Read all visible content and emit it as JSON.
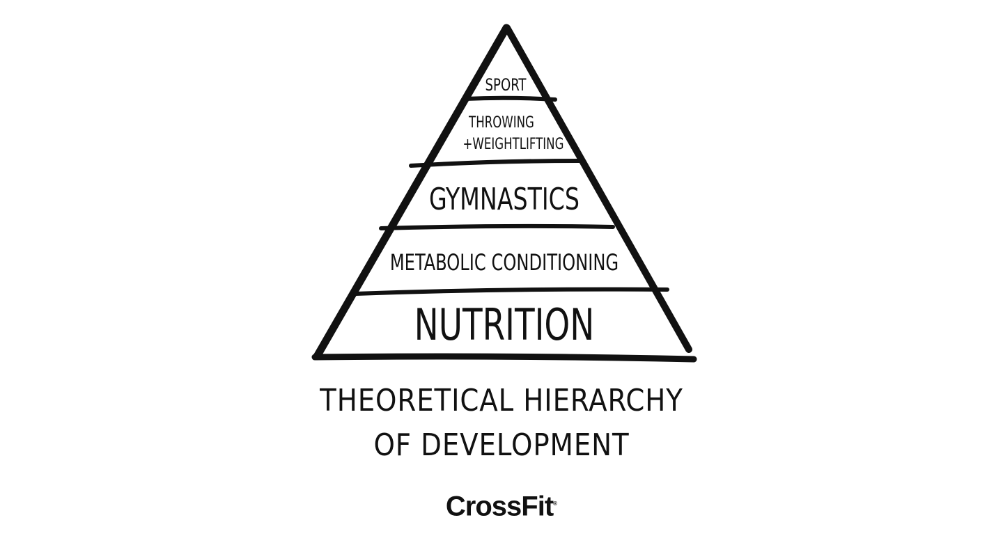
{
  "pyramid": {
    "tiers": [
      {
        "lines": [
          "SPORT"
        ]
      },
      {
        "lines": [
          "THROWING",
          "+WEIGHTLIFTING"
        ]
      },
      {
        "lines": [
          "GYMNASTICS"
        ]
      },
      {
        "lines": [
          "METABOLIC CONDITIONING"
        ]
      },
      {
        "lines": [
          "NUTRITION"
        ]
      }
    ]
  },
  "caption": {
    "line1": "THEORETICAL HIERARCHY",
    "line2": "OF DEVELOPMENT"
  },
  "brand": {
    "name": "CrossFit",
    "mark": "®"
  },
  "colors": {
    "ink": "#111111",
    "background": "#ffffff"
  }
}
